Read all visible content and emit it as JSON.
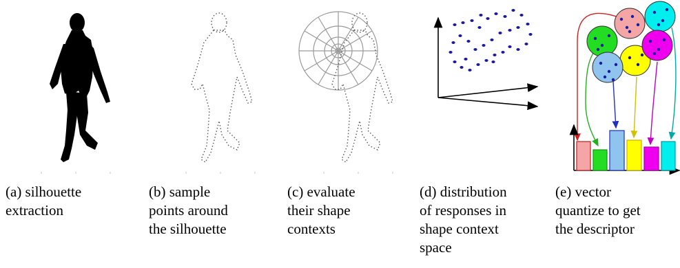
{
  "captions": {
    "a": "(a) silhouette\nextraction",
    "b": "(b) sample\npoints around\nthe silhouette",
    "c": "(c) evaluate\ntheir shape\ncontexts",
    "d": "(d) distribution\nof responses in\nshape context\nspace",
    "e": "(e) vector\nquantize to get\nthe descriptor"
  },
  "colors": {
    "silhouette": "#000000",
    "points": "#1a1a9e",
    "cluster_red": "#f4a6a6",
    "cluster_green": "#22dd22",
    "cluster_blue": "#8fc4ef",
    "cluster_yellow": "#ffff00",
    "cluster_magenta": "#ee00ee",
    "cluster_cyan": "#00eeee"
  },
  "histogram_colors": [
    "#f4a6a6",
    "#22dd22",
    "#8fc4ef",
    "#ffff00",
    "#ee00ee",
    "#00eeee"
  ]
}
